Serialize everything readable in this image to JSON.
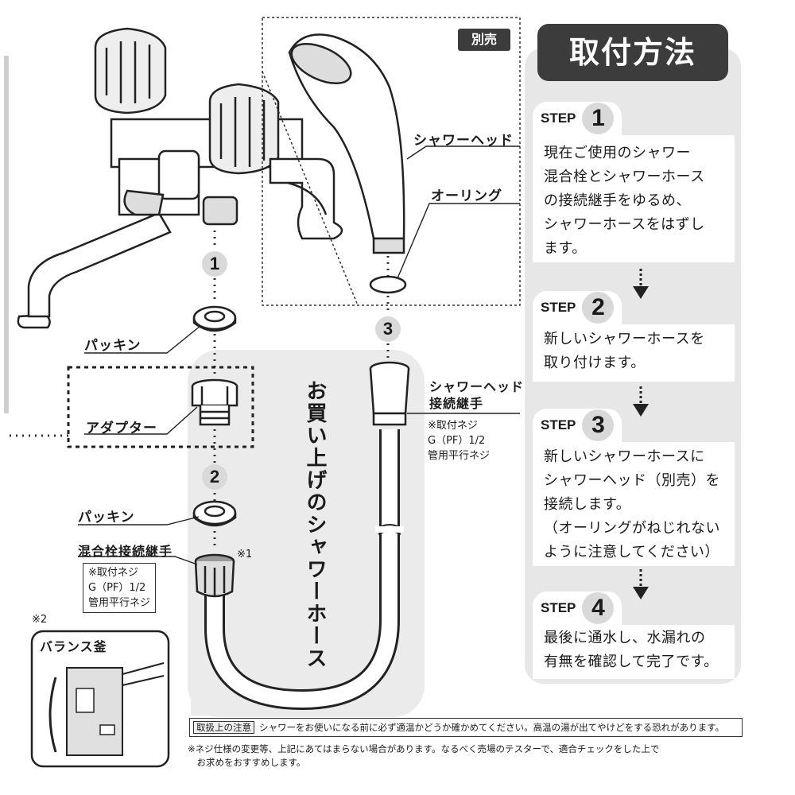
{
  "title": "取付方法",
  "sold_separately": "別売",
  "labels": {
    "shower_head": "シャワーヘッド",
    "o_ring": "オーリング",
    "packing_top": "パッキン",
    "adapter": "アダプター",
    "packing_bottom": "パッキン",
    "mixer_joint": "混合栓接続継手",
    "mixer_joint_mark": "※1",
    "head_joint": "シャワーヘッド\n接続継手",
    "balance_mark": "※2",
    "balance_kama": "バランス釜"
  },
  "notes": {
    "head_thread": "※取付ネジ\nG（PF）1/2\n管用平行ネジ",
    "mixer_thread": "※取付ネジ\nG（PF）1/2\n管用平行ネジ"
  },
  "vertical_text": "お買い上げのシャワーホース",
  "bubbles": [
    "1",
    "2",
    "3"
  ],
  "steps": [
    {
      "word": "STEP",
      "num": "1",
      "text": "現在ご使用のシャワー\n混合栓とシャワーホース\nの接続継手をゆるめ、\nシャワーホースをはずし\nます。"
    },
    {
      "word": "STEP",
      "num": "2",
      "text": "新しいシャワーホースを\n取り付けます。"
    },
    {
      "word": "STEP",
      "num": "3",
      "text": "新しいシャワーホースに\nシャワーヘッド（別売）を\n接続します。\n（オーリングがねじれない\nように注意してください）"
    },
    {
      "word": "STEP",
      "num": "4",
      "text": "最後に通水し、水漏れの\n有無を確認して完了です。"
    }
  ],
  "caution": {
    "tag": "取扱上の注意",
    "text": "シャワーをお使いになる前に必ず適温かどうか確かめてください。高温の湯が出てやけどをする恐れがあります。"
  },
  "footnote": "※ネジ仕様の変更等、上記にあてはまらない場合があります。なるべく売場のテスターで、適合チェックをした上で\n　お求めをおすすめします。"
}
